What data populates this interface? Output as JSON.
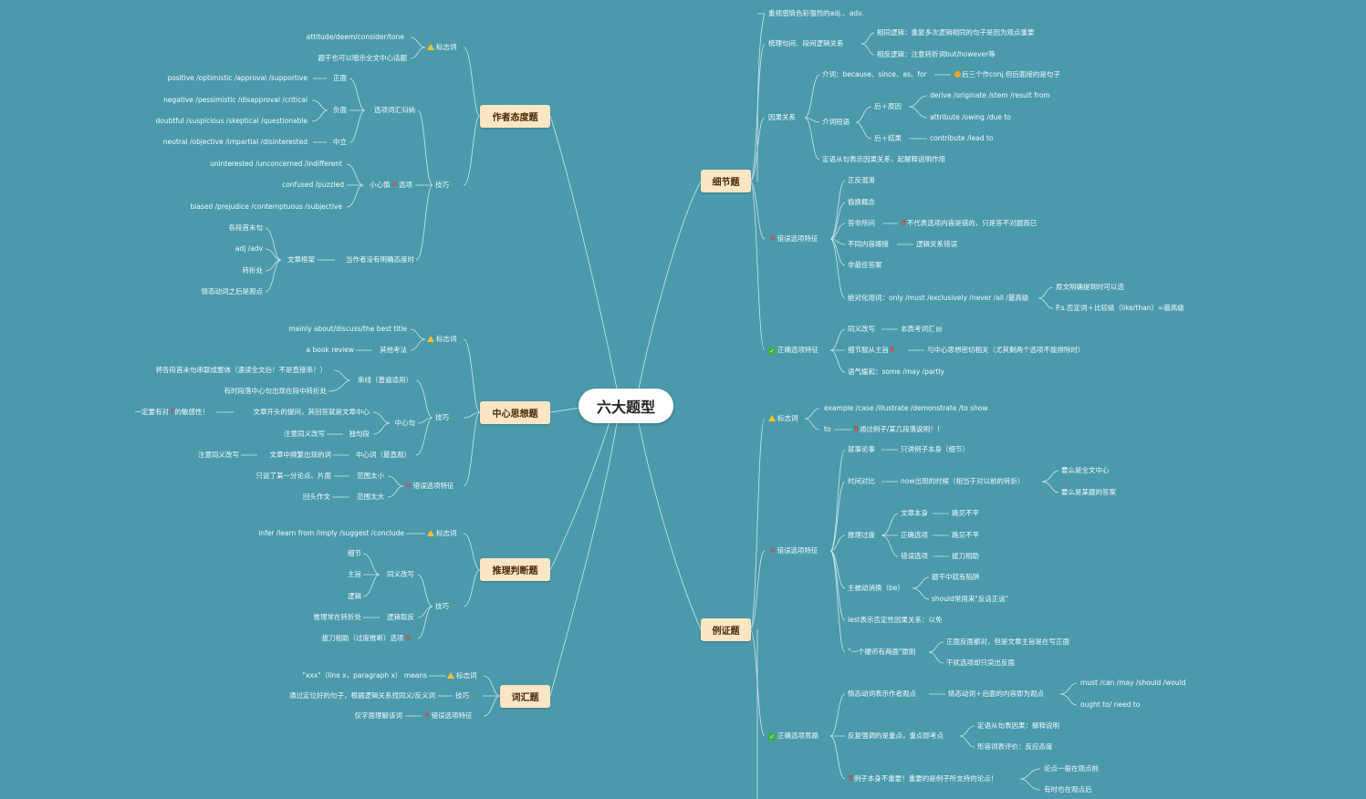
{
  "root": "六大题型",
  "categories": {
    "attitude": "作者态度题",
    "main_idea": "中心思想题",
    "inference": "推理判断题",
    "vocab": "词汇题",
    "detail": "细节题",
    "example": "例证题"
  },
  "attitude": {
    "sign": "标志词",
    "sign_items": [
      "attitude/deem/consider/tone",
      "题干也可以暗示全文中心话题"
    ],
    "skill": "技巧",
    "options_summary": "选项词汇归纳",
    "positive": "正面",
    "positive_words": "positive /optimistic /approval /supportive",
    "negative": "负面",
    "negative_words": [
      "negative /pessimistic /disapproval /critical",
      "doubtful /suspicious /skeptical /questionable"
    ],
    "neutral": "中立",
    "neutral_words": "neutral /objective /impartial /disinterested",
    "careful_a": "小心慎",
    "careful_b": "选项",
    "careful_words": [
      "uninterested /unconcerned /indifferent",
      "confused /puzzled",
      "biased /prejudice /contemptuous /subjective"
    ],
    "no_clear": "当作者没有明确态度时",
    "framework": "文章框架",
    "framework_items": [
      "各段首末句",
      "adj /adv",
      "转折处",
      "情态动词之后是观点"
    ]
  },
  "main_idea": {
    "sign": "标志词",
    "sign1": "mainly about/discuss/the best title",
    "sign2_left": "a book review",
    "sign2_right": "其他考法",
    "skill": "技巧",
    "chain": "串线（普遍适用）",
    "chain_items": [
      "将各段首末句串联成整体（速读全文后！不是直接串！）",
      "有时段落中心句出现在段中转折处"
    ],
    "center": "中心句",
    "center1_pre": "一定要有对",
    "center1_post": "的敏感性！",
    "center1_mid": "文章开头的提问，其回答就是文章中心",
    "center2_left": "注意同义改写",
    "center2_right": "独句段",
    "center_view_left": "注意同义改写",
    "center_view_mid": "文章中频繁出现的词",
    "center_view_right": "中心词（最直观）",
    "wrong": "错误选项特征",
    "narrow_left": "只说了某一分论点、片面",
    "narrow_right": "范围太小",
    "wide_left": "回头作文",
    "wide_right": "范围太大"
  },
  "inference": {
    "sign_left": "infer /learn from /imply /suggest /conclude",
    "sign": "标志词",
    "skill": "技巧",
    "rewrite": "同义改写",
    "rewrite_items": [
      "细节",
      "主旨",
      "逻辑"
    ],
    "turn_left": "推理常在转折处",
    "turn_right": "逻辑取反",
    "over": "拔刀相助（过度推断）选项"
  },
  "vocab": {
    "sign_left": "\"xxx\"（line x，paragraph x） means",
    "sign": "标志词",
    "skill_left": "通过定位好的句子，根据逻辑关系找同义/反义词",
    "skill": "技巧",
    "wrong_left": "仅字面理解该词",
    "wrong": "错误选项特征"
  },
  "detail": {
    "emotion": "重视感情色彩强烈的adj.、adv.",
    "logic": "梳理句间、段间逻辑关系",
    "logic_same": "相同逻辑：重复多次逻辑相同的句子是因为观点重要",
    "logic_opp": "相反逻辑：注意转折词but/however等",
    "cause": "因果关系",
    "conj_pre": "介词：because、since、as、for",
    "conj_post": "后三个作conj.但后面接的是句子",
    "verb_phrase": "介词短语",
    "after_reason": "后＋原因",
    "reason_words": [
      "derive /originate /stem /result from",
      "attribute /owing /due to"
    ],
    "after_result": "后＋结果",
    "result_words": "contribute /lead to",
    "attr_clause": "定语从句表示因果关系，起解释说明作用",
    "wrong": "错误选项特征",
    "wrong_items": [
      "正反混淆",
      "偷换概念"
    ],
    "answer_left": "答非所问",
    "answer_right": "不代表选项内容是错的，只是答不对题而已",
    "diff_left": "不同内容嫁接",
    "diff_right": "逻辑关系错误",
    "not_best": "非最佳答案",
    "absolute": "绝对化用词：only /must /exclusively /never /all /最高级",
    "abs1": "原文明确提到时可以选",
    "abs2": "P.s.否定词＋比较级（like/than）=最高级",
    "correct": "正确选项特征",
    "syn_left": "同义改写",
    "syn_right": "本质考词汇",
    "main_left": "细节服从主旨",
    "main_right": "与中心思想密切相关（尤其剩两个选项不能排除时）",
    "tone": "语气缓和：some /may /partly"
  },
  "example": {
    "sign": "标志词",
    "sign1": "example /case /illustrate /demonstrate /to show",
    "sign2_left": "to",
    "sign2_right": "通过例子/某几段落说明！！",
    "wrong": "错误选项特征",
    "just_left": "就事论事",
    "just_right": "只讲例子本身（细节）",
    "time": "时间对比",
    "time_mid": "now出现的时候（相当于对以前的转折）",
    "time_items": [
      "要么是全文中心",
      "要么是某题的答案"
    ],
    "over": "推理过度",
    "over_items": [
      "文章本身",
      "正确选项",
      "错误选项"
    ],
    "over_right": [
      "路见不平",
      "路见不平",
      "拔刀相助"
    ],
    "passive": "主被动消换（be）",
    "passive_items": [
      "题干中就有陷阱",
      "should常用来\"反话正说\""
    ],
    "lest": "lest表示否定性因果关系：以免",
    "coin": "\"一个硬币有两面\"原则",
    "coin_items": [
      "正面反面都对，但是文章主旨是在写正面",
      "干扰选项却只突出反面"
    ],
    "correct": "正确选项思路",
    "modal_left": "情态动词表示作者观点",
    "modal_mid": "情态动词＋后面的内容即为观点",
    "modal_items": [
      "must /can /may /should /would",
      "ought to/ need to"
    ],
    "repeat": "反复强调的是重点，重点即考点",
    "repeat_items": [
      "定语从句表因果：解释说明",
      "形容词表评价：反应态度"
    ],
    "ex_not": "例子本身不重要！重要的是例子所支持的论点！",
    "ex_items": [
      "论点一般在观点前",
      "有时也在观点后"
    ]
  }
}
